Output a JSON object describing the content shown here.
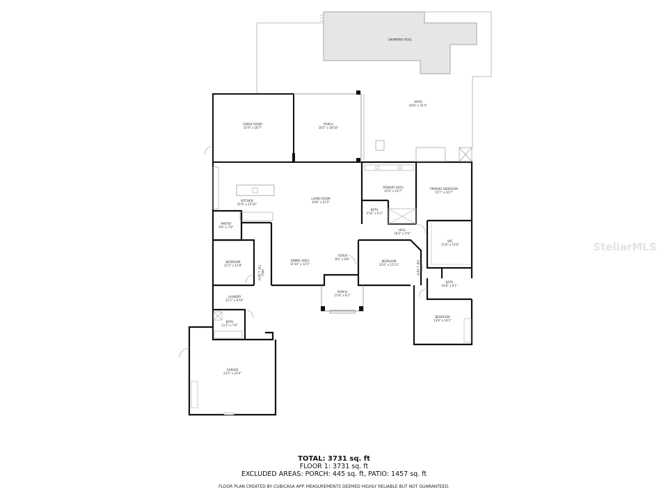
{
  "rooms": {
    "swimming_pool": {
      "name": "SWIMMING POOL",
      "dims": ""
    },
    "patio": {
      "name": "PATIO",
      "dims": "64'8\" x 41'4\""
    },
    "family_room": {
      "name": "FAMILY ROOM",
      "dims": "21'9\" x 18'7\""
    },
    "porch_rear": {
      "name": "PORCH",
      "dims": "18'2\" x 18'10\""
    },
    "kitchen": {
      "name": "KITCHEN",
      "dims": "16'3\" x 15'10\""
    },
    "living_room": {
      "name": "LIVING ROOM",
      "dims": "24'8\" x 21'5\""
    },
    "pantry": {
      "name": "PANTRY",
      "dims": "6'6\" x 7'9\""
    },
    "primary_bath": {
      "name": "PRIMARY BATH",
      "dims": "12'9\" x 10'7\""
    },
    "primary_bedroom": {
      "name": "PRIMARY BEDROOM",
      "dims": "15'7\" x 16'7\""
    },
    "bath_primary_wc": {
      "name": "BATH",
      "dims": "3'10\" x 6'3\""
    },
    "hall_main": {
      "name": "HALL",
      "dims": "18'3\" x 5'9\""
    },
    "wic": {
      "name": "W/C",
      "dims": "11'8\" x 13'0\""
    },
    "bedroom_west": {
      "name": "BEDROOM",
      "dims": "11'2\" x 11'8\""
    },
    "hall_west": {
      "name": "HALL",
      "dims": "7'8\" x 30'0\""
    },
    "dining_area": {
      "name": "DINING AREA",
      "dims": "14'10\" x 12'3\""
    },
    "foyer": {
      "name": "FOYER",
      "dims": "8'0\" x 9'8\""
    },
    "bedroom_center": {
      "name": "BEDROOM",
      "dims": "12'0\" x 11'11\""
    },
    "hall_east": {
      "name": "HALL",
      "dims": "3'8\" x 10'0\""
    },
    "bath_east": {
      "name": "BATH",
      "dims": "10'8\" x 6'1\""
    },
    "bedroom_east": {
      "name": "BEDROOM",
      "dims": "13'8\" x 14'1\""
    },
    "laundry": {
      "name": "LAUNDRY",
      "dims": "11'2\" x 6'10\""
    },
    "bath_west": {
      "name": "BATH",
      "dims": "11'2\" x 7'8\""
    },
    "porch_front": {
      "name": "PORCH",
      "dims": "11'8\" x 6'2\""
    },
    "garage": {
      "name": "GARAGE",
      "dims": "23'3\" x 23'0\""
    }
  },
  "summary": {
    "total": "TOTAL: 3731 sq. ft",
    "floor1": "FLOOR 1: 3731 sq. ft",
    "excluded": "EXCLUDED AREAS: PORCH: 445 sq. ft, PATIO: 1457 sq. ft"
  },
  "disclaimer": "FLOOR PLAN CREATED BY CUBICASA APP. MEASUREMENTS DEEMED HIGHLY RELIABLE BUT NOT GUARANTEED.",
  "watermark": "StellarMLS",
  "colors": {
    "wall": "#111111",
    "thin_line": "#9a9a9a",
    "pool_fill": "#e6e6e6",
    "pool_edge": "#b5b5b5"
  }
}
